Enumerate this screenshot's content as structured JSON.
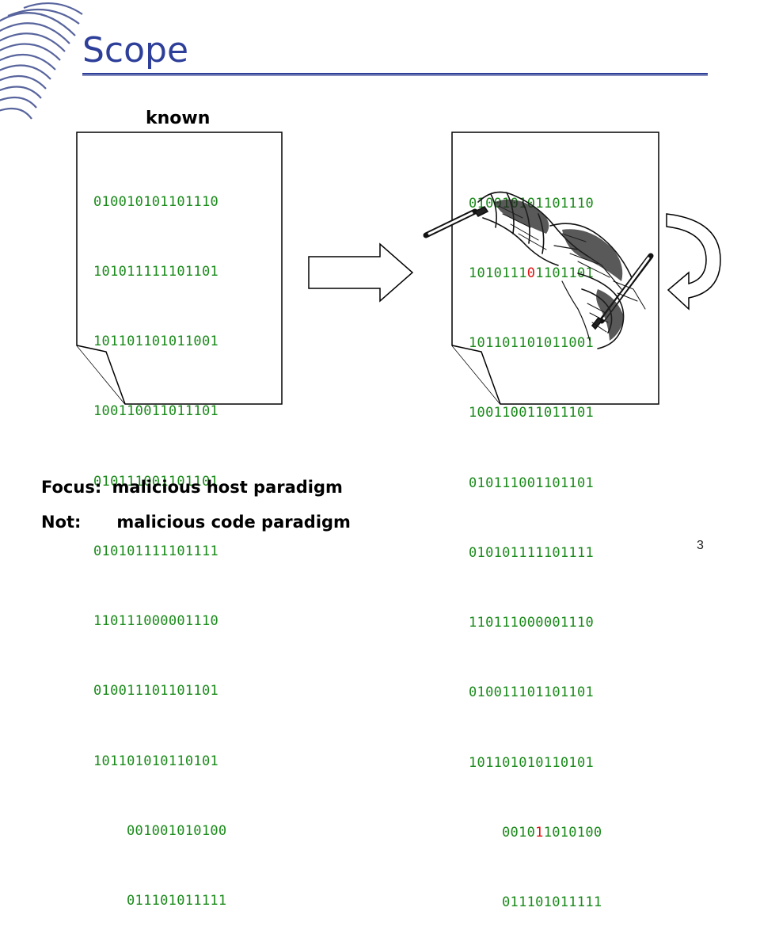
{
  "slide": {
    "title": "Scope",
    "page_number": "3",
    "known_label": "known",
    "focus_label": "Focus:",
    "focus_text": "malicious host paradigm",
    "not_label": "Not:",
    "not_text": "malicious code paradigm"
  },
  "left_doc": {
    "lines": [
      "010010101101110",
      "101011111101101",
      "101101101011001",
      "100110011011101",
      "010111001101101",
      "010101111101111",
      "110111000001110",
      "010011101101101",
      "101101010110101",
      "001001010100",
      "011101011111"
    ]
  },
  "right_doc": {
    "lines": [
      {
        "a": "010010101101110",
        "r": "",
        "b": ""
      },
      {
        "a": "1010111",
        "r": "0",
        "b": "1101101"
      },
      {
        "a": "101101101011001",
        "r": "",
        "b": ""
      },
      {
        "a": "100110011011101",
        "r": "",
        "b": ""
      },
      {
        "a": "010111001101101",
        "r": "",
        "b": ""
      },
      {
        "a": "010101111101111",
        "r": "",
        "b": ""
      },
      {
        "a": "110111000001110",
        "r": "",
        "b": ""
      },
      {
        "a": "010011101101101",
        "r": "",
        "b": ""
      },
      {
        "a": "101101010110101",
        "r": "",
        "b": ""
      },
      {
        "a": "0010",
        "r": "1",
        "b": "1010100"
      },
      {
        "a": "011101011111",
        "r": "",
        "b": ""
      }
    ]
  },
  "colors": {
    "title": "#2e3f9a",
    "code": "#1a8a1a",
    "tamper": "#e01010"
  },
  "icons": [
    "fingerprint-icon",
    "right-arrow-icon",
    "curved-arrow-icon",
    "drawing-hands-icon"
  ]
}
